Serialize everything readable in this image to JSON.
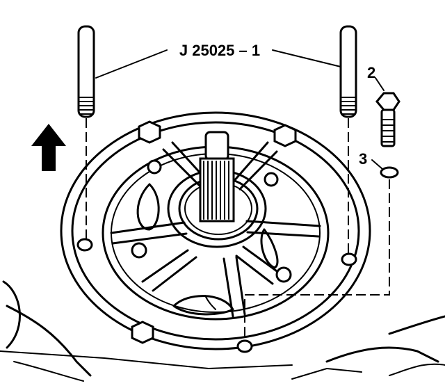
{
  "labels": {
    "tool": "J 25025 – 1",
    "bolt_callout": "2",
    "washer_callout": "3"
  },
  "icons": {
    "direction_arrow": "up-arrow-icon",
    "guide_pin": "guide-pin-icon",
    "bolt": "bolt-icon",
    "washer": "washer-icon"
  }
}
